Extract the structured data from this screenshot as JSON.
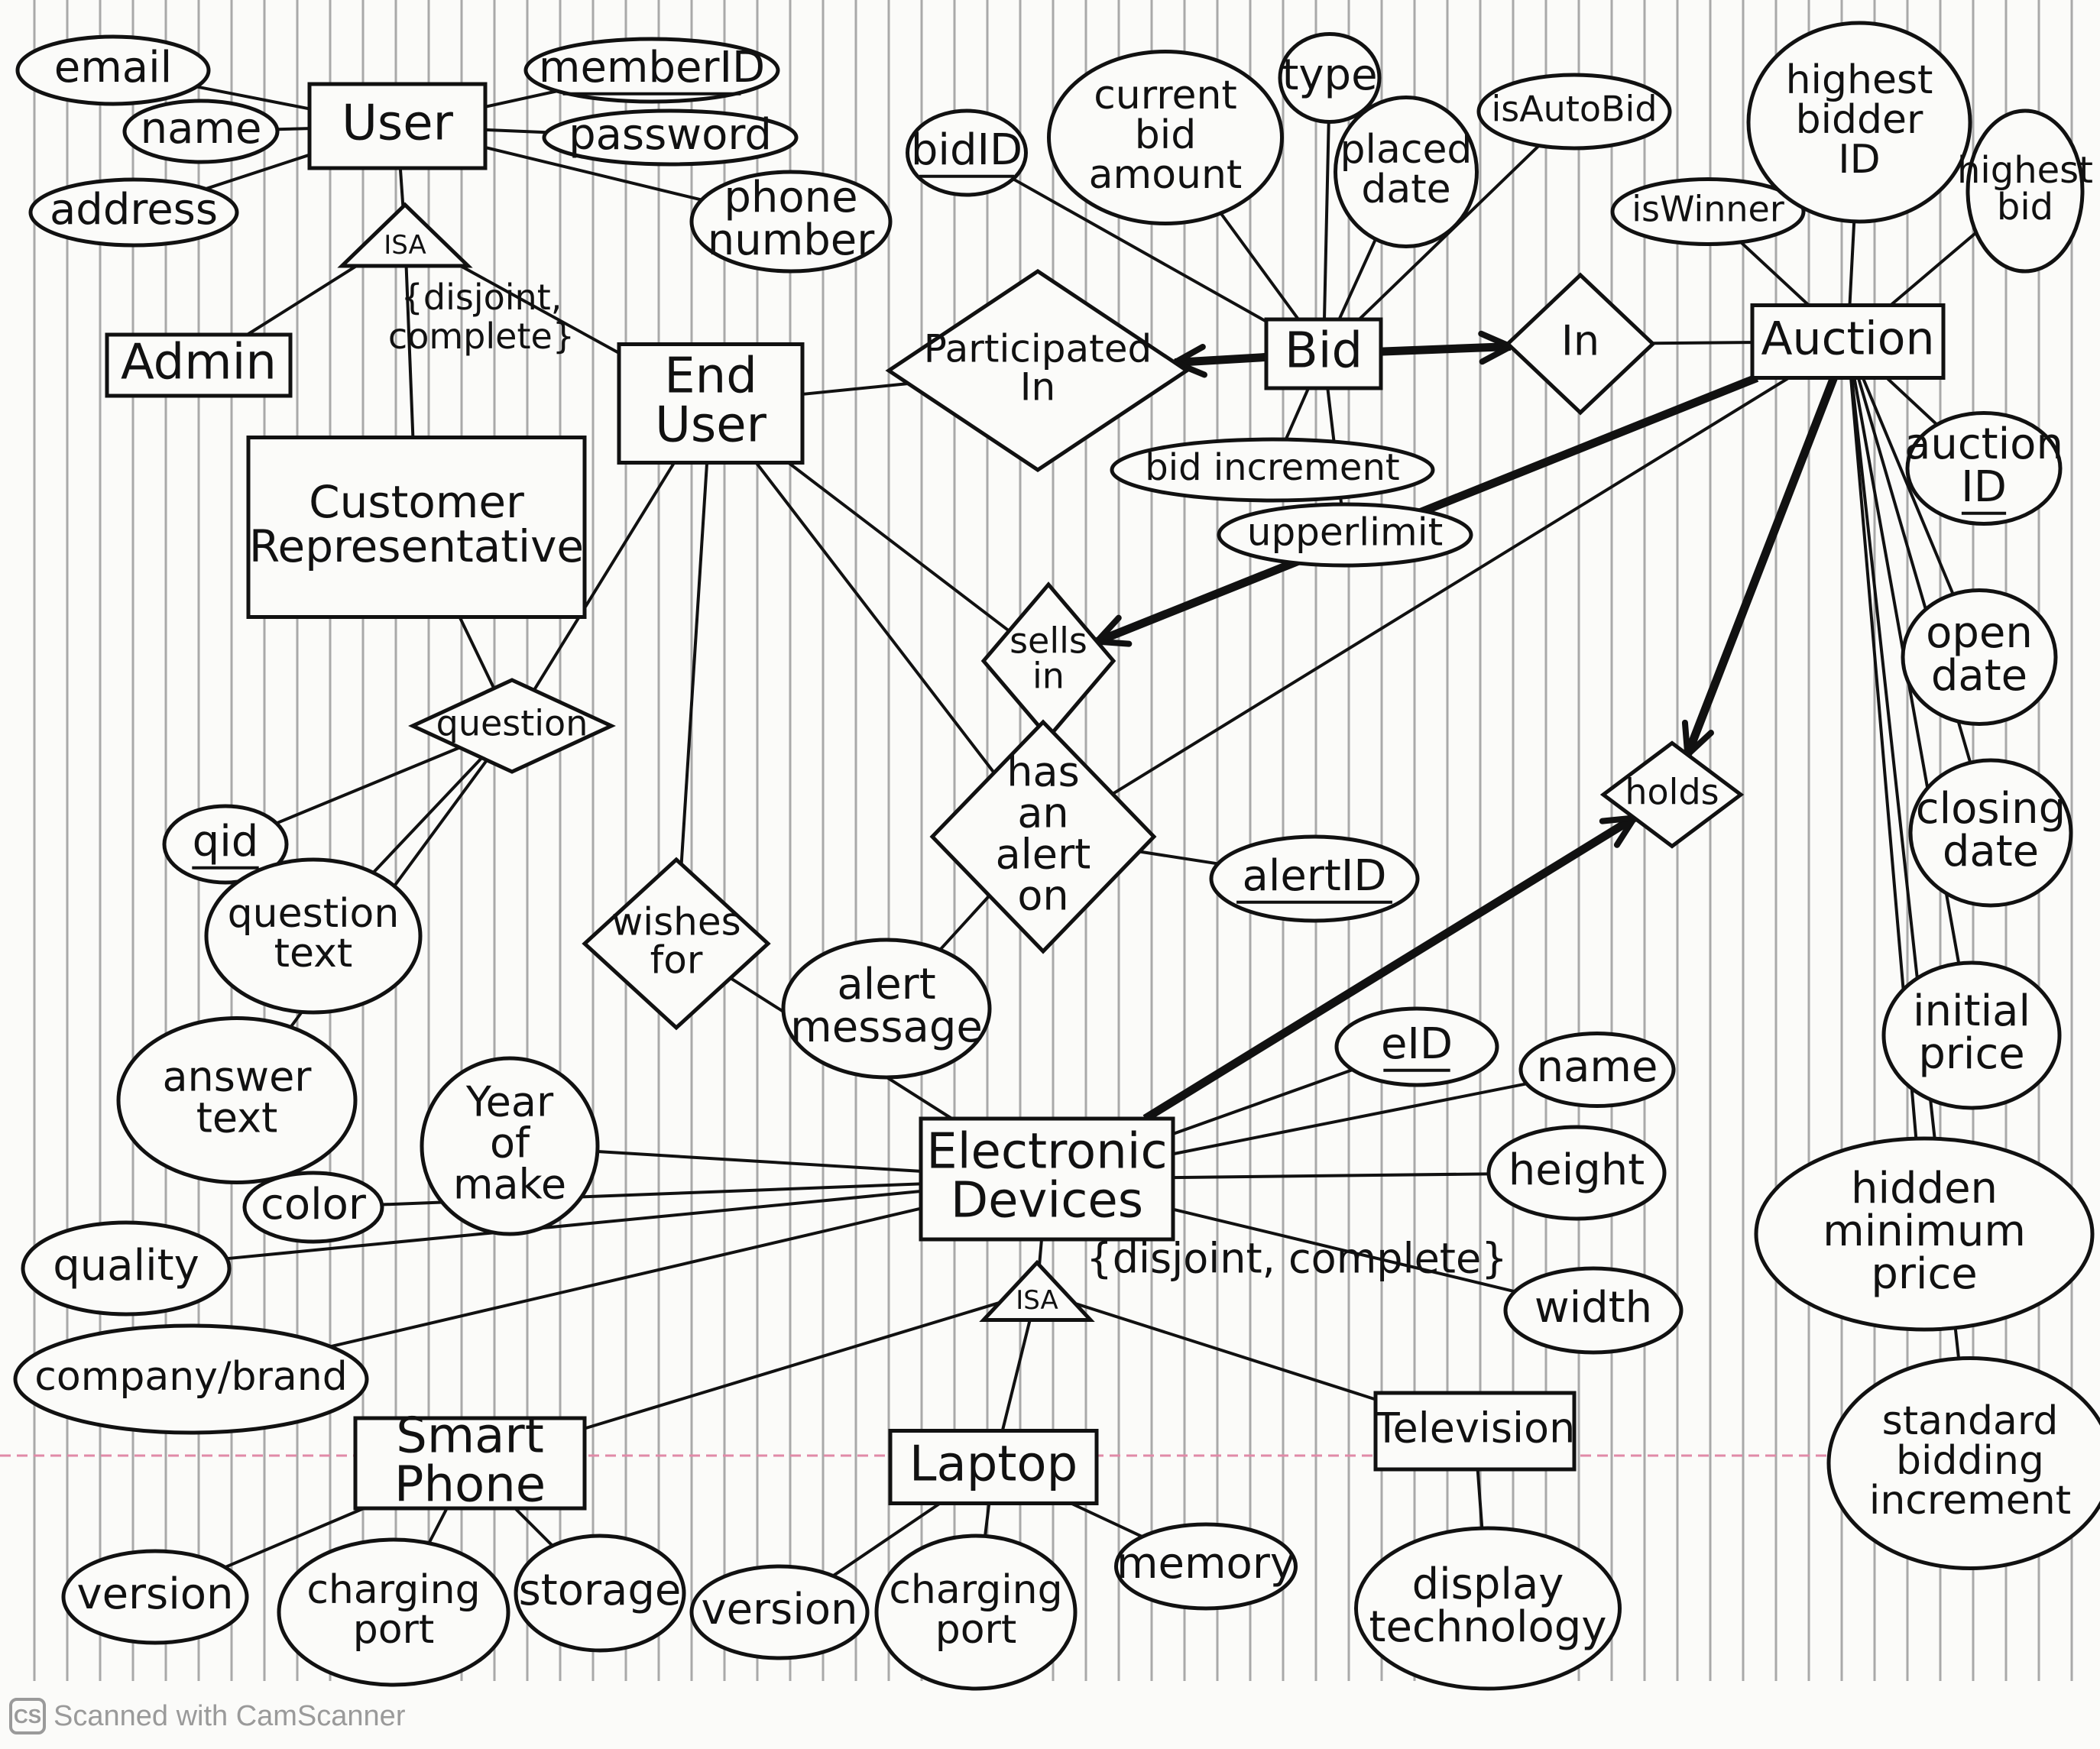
{
  "diagram": {
    "nodes": [
      {
        "id": "user",
        "type": "entity",
        "lines": [
          "User"
        ]
      },
      {
        "id": "admin",
        "type": "entity",
        "lines": [
          "Admin"
        ]
      },
      {
        "id": "enduser",
        "type": "entity",
        "lines": [
          "End",
          "User"
        ]
      },
      {
        "id": "custrep",
        "type": "entity",
        "lines": [
          "Customer",
          "Representative"
        ]
      },
      {
        "id": "bid",
        "type": "entity",
        "lines": [
          "Bid"
        ]
      },
      {
        "id": "auction",
        "type": "entity",
        "lines": [
          "Auction"
        ]
      },
      {
        "id": "electronic",
        "type": "entity",
        "lines": [
          "Electronic",
          "Devices"
        ]
      },
      {
        "id": "smartphone",
        "type": "entity",
        "lines": [
          "Smart",
          "Phone"
        ]
      },
      {
        "id": "laptop",
        "type": "entity",
        "lines": [
          "Laptop"
        ]
      },
      {
        "id": "television",
        "type": "entity",
        "lines": [
          "Television"
        ]
      },
      {
        "id": "isa1",
        "type": "isa",
        "lines": [
          "ISA"
        ]
      },
      {
        "id": "isa2",
        "type": "isa",
        "lines": [
          "ISA"
        ]
      },
      {
        "id": "participated",
        "type": "relationship",
        "lines": [
          "Participated",
          "In"
        ]
      },
      {
        "id": "in",
        "type": "relationship",
        "lines": [
          "In"
        ]
      },
      {
        "id": "sellsin",
        "type": "relationship",
        "lines": [
          "sells",
          "in"
        ]
      },
      {
        "id": "holds",
        "type": "relationship",
        "lines": [
          "holds"
        ]
      },
      {
        "id": "alert",
        "type": "relationship",
        "lines": [
          "has",
          "an",
          "alert",
          "on"
        ]
      },
      {
        "id": "question",
        "type": "relationship",
        "lines": [
          "question"
        ]
      },
      {
        "id": "wishes",
        "type": "relationship",
        "lines": [
          "wishes",
          "for"
        ]
      },
      {
        "id": "email",
        "type": "attribute",
        "lines": [
          "email"
        ]
      },
      {
        "id": "uname",
        "type": "attribute",
        "lines": [
          "name"
        ]
      },
      {
        "id": "address",
        "type": "attribute",
        "lines": [
          "address"
        ]
      },
      {
        "id": "memberid",
        "type": "attribute",
        "key": true,
        "lines": [
          "memberID"
        ]
      },
      {
        "id": "password",
        "type": "attribute",
        "lines": [
          "password"
        ]
      },
      {
        "id": "phone",
        "type": "attribute",
        "lines": [
          "phone",
          "number"
        ]
      },
      {
        "id": "bidid",
        "type": "attribute",
        "key": true,
        "lines": [
          "bidID"
        ]
      },
      {
        "id": "curbid",
        "type": "attribute",
        "lines": [
          "current",
          "bid",
          "amount"
        ]
      },
      {
        "id": "type",
        "type": "attribute",
        "lines": [
          "type"
        ]
      },
      {
        "id": "placed",
        "type": "attribute",
        "lines": [
          "placed",
          "date"
        ]
      },
      {
        "id": "isautobid",
        "type": "attribute",
        "lines": [
          "isAutoBid"
        ]
      },
      {
        "id": "bidinc",
        "type": "attribute",
        "lines": [
          "bid increment"
        ]
      },
      {
        "id": "upper",
        "type": "attribute",
        "lines": [
          "upperlimit"
        ]
      },
      {
        "id": "iswinner",
        "type": "attribute",
        "lines": [
          "isWinner"
        ]
      },
      {
        "id": "hbidder",
        "type": "attribute",
        "lines": [
          "highest",
          "bidder",
          "ID"
        ]
      },
      {
        "id": "hbid",
        "type": "attribute",
        "lines": [
          "highest",
          "bid"
        ]
      },
      {
        "id": "auctionid",
        "type": "attribute",
        "key": true,
        "lines": [
          "auction",
          "ID"
        ]
      },
      {
        "id": "open",
        "type": "attribute",
        "lines": [
          "open",
          "date"
        ]
      },
      {
        "id": "closing",
        "type": "attribute",
        "lines": [
          "closing",
          "date"
        ]
      },
      {
        "id": "initial",
        "type": "attribute",
        "lines": [
          "initial",
          "price"
        ]
      },
      {
        "id": "hidden",
        "type": "attribute",
        "lines": [
          "hidden",
          "minimum",
          "price"
        ]
      },
      {
        "id": "stdinc",
        "type": "attribute",
        "lines": [
          "standard",
          "bidding",
          "increment"
        ]
      },
      {
        "id": "alertid",
        "type": "attribute",
        "key": true,
        "lines": [
          "alertID"
        ]
      },
      {
        "id": "alertmsg",
        "type": "attribute",
        "lines": [
          "alert",
          "message"
        ]
      },
      {
        "id": "qid",
        "type": "attribute",
        "key": true,
        "lines": [
          "qid"
        ]
      },
      {
        "id": "qtext",
        "type": "attribute",
        "lines": [
          "question",
          "text"
        ]
      },
      {
        "id": "atext",
        "type": "attribute",
        "lines": [
          "answer",
          "text"
        ]
      },
      {
        "id": "eid",
        "type": "attribute",
        "key": true,
        "lines": [
          "eID"
        ]
      },
      {
        "id": "ename",
        "type": "attribute",
        "lines": [
          "name"
        ]
      },
      {
        "id": "height",
        "type": "attribute",
        "lines": [
          "height"
        ]
      },
      {
        "id": "width",
        "type": "attribute",
        "lines": [
          "width"
        ]
      },
      {
        "id": "year",
        "type": "attribute",
        "lines": [
          "Year",
          "of",
          "make"
        ]
      },
      {
        "id": "color",
        "type": "attribute",
        "lines": [
          "color"
        ]
      },
      {
        "id": "quality",
        "type": "attribute",
        "lines": [
          "quality"
        ]
      },
      {
        "id": "brand",
        "type": "attribute",
        "lines": [
          "company/brand"
        ]
      },
      {
        "id": "spversion",
        "type": "attribute",
        "lines": [
          "version"
        ]
      },
      {
        "id": "spcharging",
        "type": "attribute",
        "lines": [
          "charging",
          "port"
        ]
      },
      {
        "id": "storage",
        "type": "attribute",
        "lines": [
          "storage"
        ]
      },
      {
        "id": "lpversion",
        "type": "attribute",
        "lines": [
          "version"
        ]
      },
      {
        "id": "lpcharging",
        "type": "attribute",
        "lines": [
          "charging",
          "port"
        ]
      },
      {
        "id": "memory",
        "type": "attribute",
        "lines": [
          "memory"
        ]
      },
      {
        "id": "display",
        "type": "attribute",
        "lines": [
          "display",
          "technology"
        ]
      }
    ],
    "constraints": [
      {
        "id": "c1",
        "lines": [
          "{disjoint,",
          "complete}"
        ]
      },
      {
        "id": "c2",
        "lines": [
          "{disjoint, complete}"
        ]
      }
    ],
    "edges": [
      [
        "user",
        "email"
      ],
      [
        "user",
        "uname"
      ],
      [
        "user",
        "address"
      ],
      [
        "user",
        "memberid"
      ],
      [
        "user",
        "password"
      ],
      [
        "user",
        "phone"
      ],
      [
        "user",
        "isa1"
      ],
      [
        "isa1",
        "admin"
      ],
      [
        "isa1",
        "custrep"
      ],
      [
        "isa1",
        "enduser"
      ],
      [
        "enduser",
        "participated"
      ],
      [
        "enduser",
        "sellsin"
      ],
      [
        "enduser",
        "alert"
      ],
      [
        "enduser",
        "question"
      ],
      [
        "enduser",
        "wishes"
      ],
      [
        "custrep",
        "question"
      ],
      [
        "question",
        "qid"
      ],
      [
        "question",
        "qtext"
      ],
      [
        "question",
        "atext"
      ],
      [
        "bid",
        "bidid"
      ],
      [
        "bid",
        "curbid"
      ],
      [
        "bid",
        "type"
      ],
      [
        "bid",
        "placed"
      ],
      [
        "bid",
        "isautobid"
      ],
      [
        "bid",
        "bidinc"
      ],
      [
        "bid",
        "upper"
      ],
      [
        "in",
        "auction"
      ],
      [
        "auction",
        "iswinner"
      ],
      [
        "auction",
        "hbidder"
      ],
      [
        "auction",
        "hbid"
      ],
      [
        "auction",
        "auctionid"
      ],
      [
        "auction",
        "open"
      ],
      [
        "auction",
        "closing"
      ],
      [
        "auction",
        "initial"
      ],
      [
        "auction",
        "hidden"
      ],
      [
        "auction",
        "stdinc"
      ],
      [
        "alert",
        "auction"
      ],
      [
        "alert",
        "alertid"
      ],
      [
        "alert",
        "alertmsg"
      ],
      [
        "wishes",
        "electronic"
      ],
      [
        "electronic",
        "eid"
      ],
      [
        "electronic",
        "ename"
      ],
      [
        "electronic",
        "height"
      ],
      [
        "electronic",
        "width"
      ],
      [
        "electronic",
        "year"
      ],
      [
        "electronic",
        "color"
      ],
      [
        "electronic",
        "quality"
      ],
      [
        "electronic",
        "brand"
      ],
      [
        "electronic",
        "isa2"
      ],
      [
        "isa2",
        "smartphone"
      ],
      [
        "isa2",
        "laptop"
      ],
      [
        "isa2",
        "television"
      ],
      [
        "smartphone",
        "spversion"
      ],
      [
        "smartphone",
        "spcharging"
      ],
      [
        "smartphone",
        "storage"
      ],
      [
        "laptop",
        "lpversion"
      ],
      [
        "laptop",
        "lpcharging"
      ],
      [
        "laptop",
        "memory"
      ],
      [
        "television",
        "display"
      ]
    ],
    "arrows": [
      [
        "bid",
        "participated"
      ],
      [
        "bid",
        "in"
      ],
      [
        "auction",
        "sellsin"
      ],
      [
        "auction",
        "holds"
      ],
      [
        "electronic",
        "holds"
      ]
    ]
  },
  "watermark": {
    "logo": "CS",
    "text": "Scanned with CamScanner"
  }
}
